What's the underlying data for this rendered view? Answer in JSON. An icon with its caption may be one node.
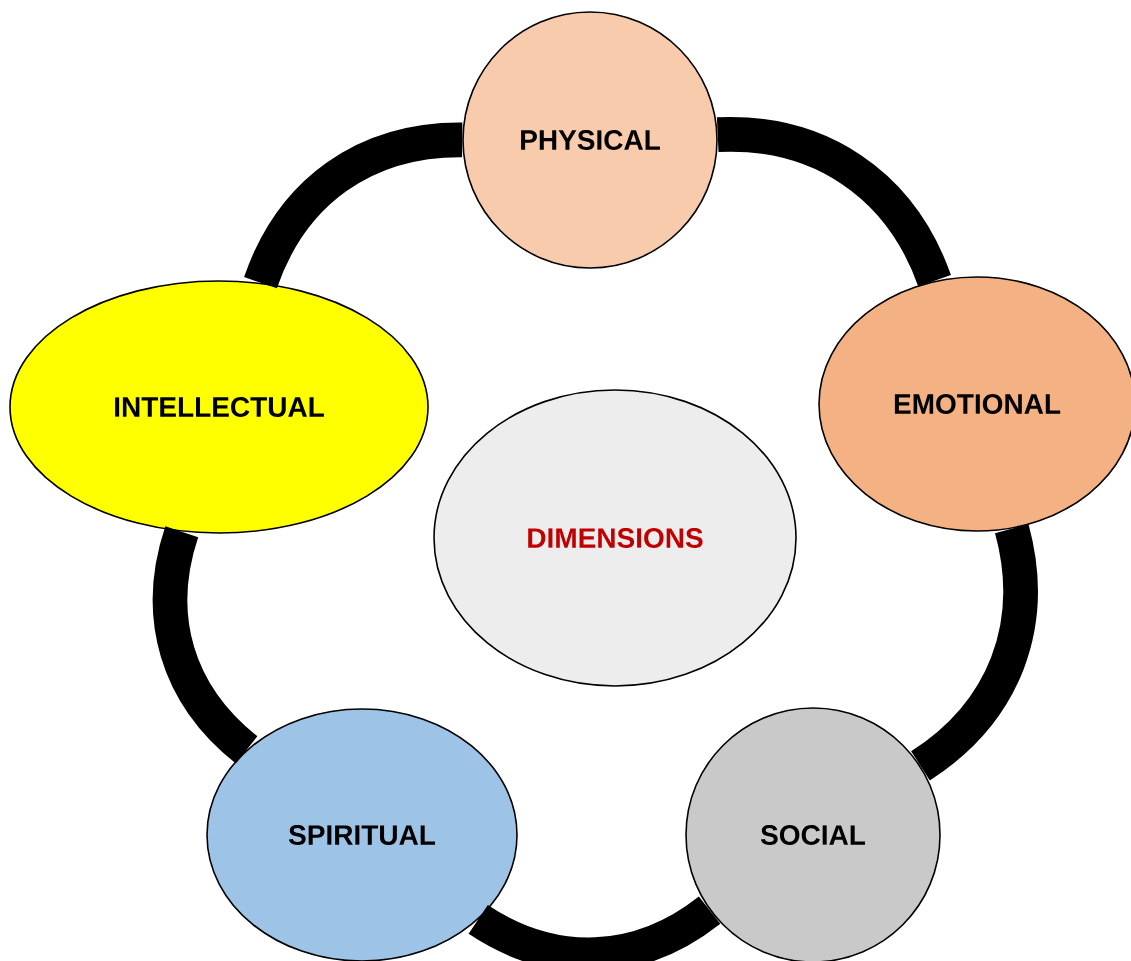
{
  "diagram": {
    "nodes": [
      {
        "text": [
          "PHYSICAL"
        ]
      },
      {
        "text": [
          "EMOTIONAL"
        ]
      },
      {
        "text": [
          "INTELLECTUAL"
        ]
      },
      {
        "text": [
          "DIMENSIONS"
        ]
      },
      {
        "text": [
          "SPIRITUAL"
        ]
      },
      {
        "text": [
          "SOCIAL"
        ]
      }
    ],
    "edges": [
      {
        "from": 0,
        "to": 1,
        "arrow": "none"
      },
      {
        "from": 1,
        "to": 5,
        "arrow": "none"
      },
      {
        "from": 5,
        "to": 4,
        "arrow": "none"
      },
      {
        "from": 4,
        "to": 2,
        "arrow": "none"
      },
      {
        "from": 2,
        "to": 0,
        "arrow": "none"
      }
    ]
  }
}
